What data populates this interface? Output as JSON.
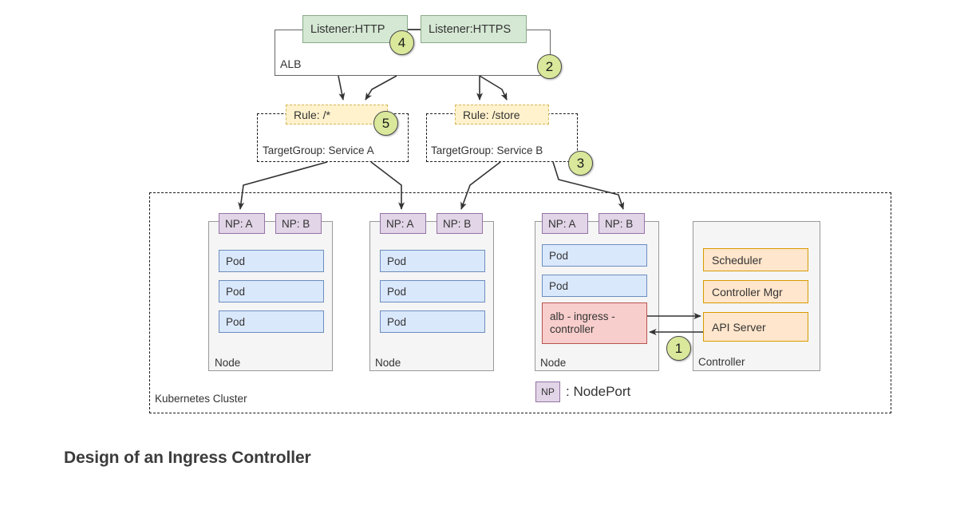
{
  "caption": "Design of an Ingress Controller",
  "alb": {
    "label": "ALB",
    "listeners": [
      {
        "id": "http",
        "label": "Listener:HTTP"
      },
      {
        "id": "https",
        "label": "Listener:HTTPS"
      }
    ]
  },
  "target_groups": [
    {
      "id": "a",
      "rule": "Rule: /*",
      "label": "TargetGroup: Service A"
    },
    {
      "id": "b",
      "rule": "Rule: /store",
      "label": "TargetGroup: Service B"
    }
  ],
  "cluster": {
    "label": "Kubernetes Cluster",
    "legend": {
      "chip": "NP",
      "text": ": NodePort"
    },
    "nodes": [
      {
        "id": "node1",
        "label": "Node",
        "nodeports": [
          "NP: A",
          "NP: B"
        ],
        "workloads": [
          {
            "type": "pod",
            "label": "Pod"
          },
          {
            "type": "pod",
            "label": "Pod"
          },
          {
            "type": "pod",
            "label": "Pod"
          }
        ]
      },
      {
        "id": "node2",
        "label": "Node",
        "nodeports": [
          "NP: A",
          "NP: B"
        ],
        "workloads": [
          {
            "type": "pod",
            "label": "Pod"
          },
          {
            "type": "pod",
            "label": "Pod"
          },
          {
            "type": "pod",
            "label": "Pod"
          }
        ]
      },
      {
        "id": "node3",
        "label": "Node",
        "nodeports": [
          "NP: A",
          "NP: B"
        ],
        "workloads": [
          {
            "type": "pod",
            "label": "Pod"
          },
          {
            "type": "pod",
            "label": "Pod"
          },
          {
            "type": "controller",
            "label": "alb - ingress - controller"
          }
        ]
      }
    ],
    "controller": {
      "label": "Controller",
      "components": [
        "Scheduler",
        "Controller Mgr",
        "API Server"
      ]
    }
  },
  "step_badges": [
    {
      "n": "1"
    },
    {
      "n": "2"
    },
    {
      "n": "3"
    },
    {
      "n": "4"
    },
    {
      "n": "5"
    }
  ],
  "colors": {
    "listener_fill": "#d5e8d4",
    "listener_stroke": "#89a989",
    "rule_fill": "#fff2cc",
    "rule_stroke": "#d6b656",
    "nodeport_fill": "#e1d5e7",
    "nodeport_stroke": "#9673a6",
    "pod_fill": "#dae8fc",
    "pod_stroke": "#6c8ebf",
    "ingress_fill": "#f8cecc",
    "ingress_stroke": "#b85450",
    "control_plane_fill": "#ffe6cc",
    "control_plane_stroke": "#d79b00",
    "node_fill": "#f5f5f5",
    "node_stroke": "#999999",
    "badge_fill": "#d9e89a",
    "badge_stroke": "#4a4a4a",
    "arrow": "#333333",
    "caption": "#3c3c3c"
  }
}
